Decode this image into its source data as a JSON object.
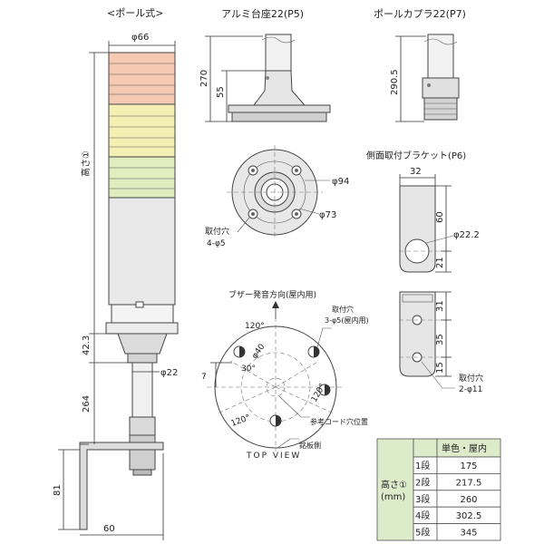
{
  "views": {
    "pole_title": "<ポール式>",
    "alu_base_title": "アルミ台座22(P5)",
    "pole_coupler_title": "ポールカプラ22(P7)",
    "side_bracket_title": "側面取付ブラケット(P6)",
    "top_view_label": "TOP VIEW"
  },
  "dims": {
    "phi66": "φ66",
    "height1": "高さ①",
    "d42_3": "42.3",
    "phi22": "φ22",
    "d264": "264",
    "d81": "81",
    "d60_bottom": "60",
    "d270": "270",
    "d55": "55",
    "d290_5": "290.5",
    "phi94": "φ94",
    "phi73": "φ73",
    "mount_hole_4": "取付穴",
    "mount_hole_4_spec": "4-φ5",
    "d32": "32",
    "d60_side": "60",
    "phi22_2": "φ22.2",
    "d21": "21",
    "d31": "31",
    "d35": "35",
    "d15": "15",
    "mount_hole_2": "取付穴",
    "mount_hole_2_spec": "2-φ11",
    "buzzer_dir": "ブザー発音方向(屋内用)",
    "mount_hole_3": "取付穴",
    "mount_hole_3_spec": "3-φ5(屋内用)",
    "angle_120_a": "120°",
    "angle_120_b": "120°",
    "angle_120_c": "120°",
    "angle_30": "30°",
    "phi40": "φ40",
    "d7": "7",
    "cord_hole": "参考コード穴位置",
    "nameplate": "銘板側"
  },
  "height_table": {
    "row_label": "高さ①",
    "row_unit": "(mm)",
    "header": "単色・屋内",
    "rows": [
      {
        "stage": "1段",
        "value": "175"
      },
      {
        "stage": "2段",
        "value": "217.5"
      },
      {
        "stage": "3段",
        "value": "260"
      },
      {
        "stage": "4段",
        "value": "302.5"
      },
      {
        "stage": "5段",
        "value": "345"
      }
    ]
  },
  "colors": {
    "tier_red": "#f6c9b3",
    "tier_yellow": "#f4f0b4",
    "tier_green": "#e0edbf",
    "body_gray": "#e9e9e9",
    "table_green": "#dcebc9"
  }
}
